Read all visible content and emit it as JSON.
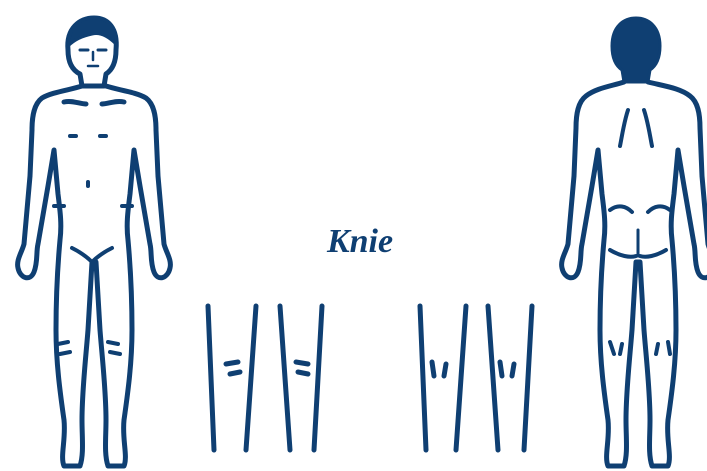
{
  "title": "Knie",
  "colors": {
    "line": "#0f3f72",
    "background": "#ffffff"
  },
  "figures": {
    "front": "front-body-figure",
    "back": "back-body-figure",
    "knee_front": "knee-front-detail",
    "knee_back": "knee-back-detail"
  }
}
